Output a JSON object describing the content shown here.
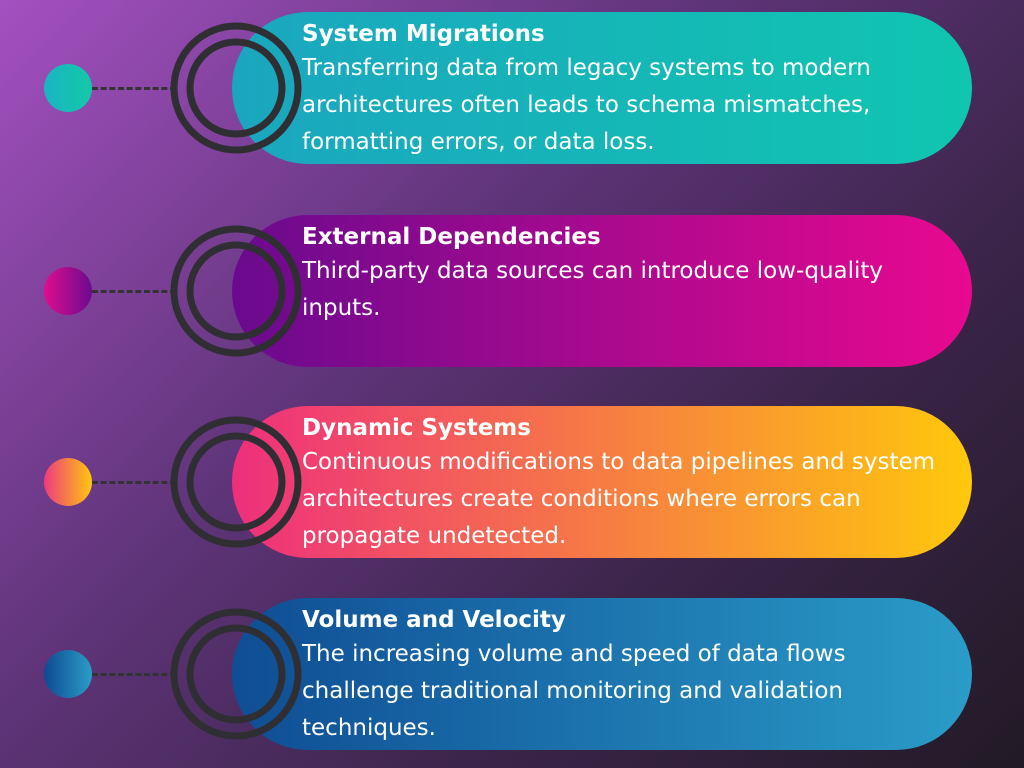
{
  "items": [
    {
      "title": "System Migrations",
      "description": "Transferring data from legacy systems to modern architectures often leads to schema mismatches, formatting errors, or data loss.",
      "gradient": [
        "#1ba6bf",
        "#10c6b0"
      ],
      "dot_gradient": [
        "#1ab4c3",
        "#14c8a8"
      ]
    },
    {
      "title": "External Dependencies",
      "description": "Third-party data sources can introduce low-quality inputs.",
      "gradient": [
        "#6a0a8e",
        "#e8098f"
      ],
      "dot_gradient": [
        "#e00d8f",
        "#6b0a8e"
      ]
    },
    {
      "title": "Dynamic Systems",
      "description": "Continuous modifications to data pipelines and system architectures create conditions where errors can propagate undetected.",
      "gradient": [
        "#ee2f7c",
        "#ffc80c"
      ],
      "dot_gradient": [
        "#ee3a7e",
        "#ffc70e"
      ]
    },
    {
      "title": "Volume and Velocity",
      "description": "The increasing volume and speed of data flows challenge traditional monitoring and validation techniques.",
      "gradient": [
        "#0f4d94",
        "#2a9cc8"
      ],
      "dot_gradient": [
        "#0f4a92",
        "#2a9dc8"
      ]
    }
  ],
  "ring_color": "#2f2f33",
  "connector_color": "#333333"
}
